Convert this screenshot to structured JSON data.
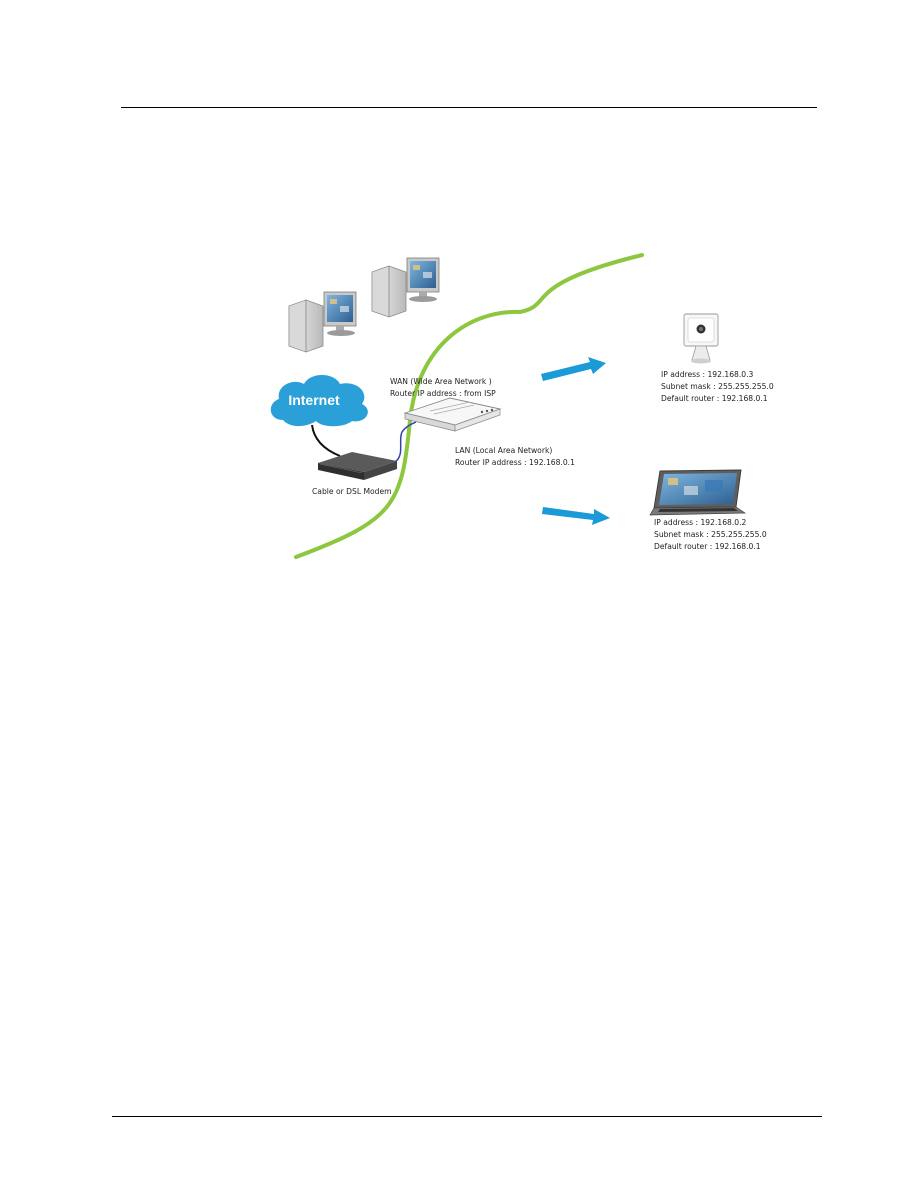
{
  "colors": {
    "wan_lan_boundary": "#8dc63f",
    "arrows": "#1a9ad6",
    "cloud": "#2a9fd8",
    "ethernet_cable": "#3344aa"
  },
  "diagram": {
    "internet_label": "Internet",
    "modem_label": "Cable or DSL Modem",
    "wan": {
      "title": "WAN (Wide Area Network )",
      "router_ip": "Router IP address : from ISP"
    },
    "lan": {
      "title": "LAN (Local Area Network)",
      "router_ip": "Router IP address : 192.168.0.1"
    },
    "camera": {
      "ip": "IP address : 192.168.0.3",
      "subnet": "Subnet mask : 255.255.255.0",
      "gateway": "Default router : 192.168.0.1"
    },
    "laptop": {
      "ip": "IP address : 192.168.0.2",
      "subnet": "Subnet mask : 255.255.255.0",
      "gateway": "Default router : 192.168.0.1"
    }
  }
}
